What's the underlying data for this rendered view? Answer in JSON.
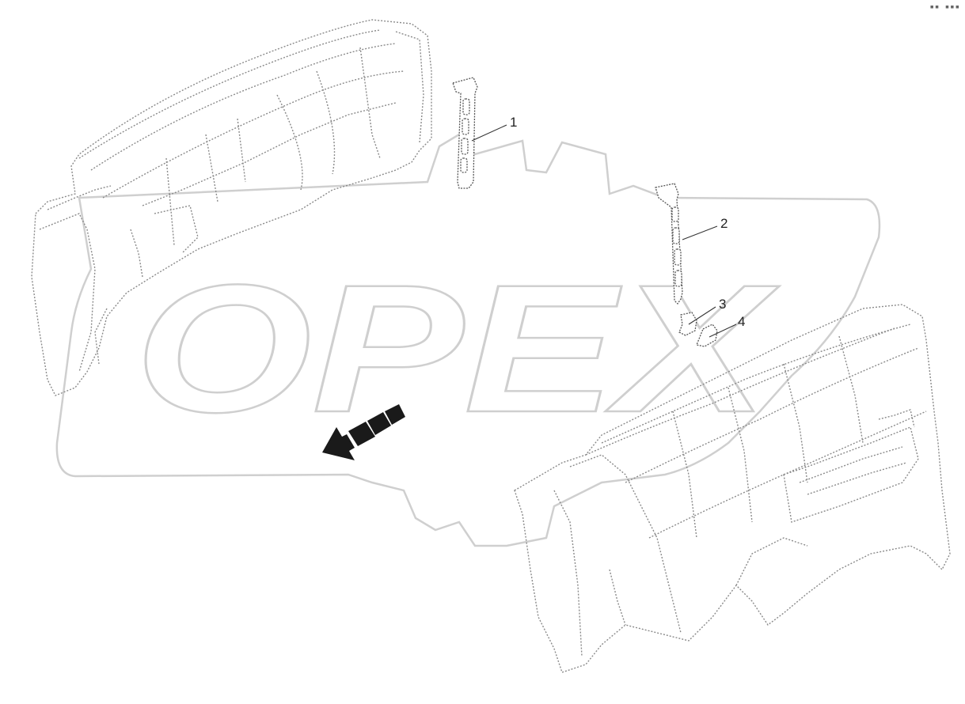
{
  "watermark": {
    "text": "OPEX",
    "color": "#cfcfcf"
  },
  "corner_mark": "▪▪ ▪▪▪",
  "callouts": [
    {
      "label": "1"
    },
    {
      "label": "2"
    },
    {
      "label": "3"
    },
    {
      "label": "4"
    }
  ],
  "colors": {
    "outline": "#555555",
    "dotted": "#8a8a8a",
    "arrow": "#1a1a1a"
  }
}
